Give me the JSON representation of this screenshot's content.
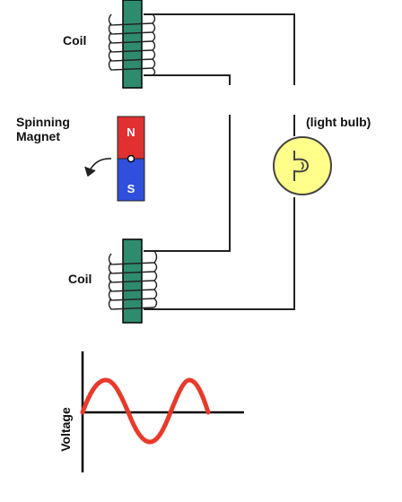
{
  "labels": {
    "top_coil": "Coil",
    "bottom_coil": "Coil",
    "magnet_line1": "Spinning",
    "magnet_line2": "Magnet",
    "bulb": "(light bulb)",
    "voltage_axis": "Voltage"
  },
  "magnet": {
    "north": "N",
    "south": "S"
  },
  "colors": {
    "coil_core": "#2e8b6e",
    "magnet_north": "#e03030",
    "magnet_south": "#2f4fdc",
    "bulb_fill": "#ffff8a",
    "sine_wave": "#e83a2a",
    "wire": "#222222"
  },
  "icons": [
    "rotation-arrow-icon",
    "light-bulb-icon"
  ]
}
